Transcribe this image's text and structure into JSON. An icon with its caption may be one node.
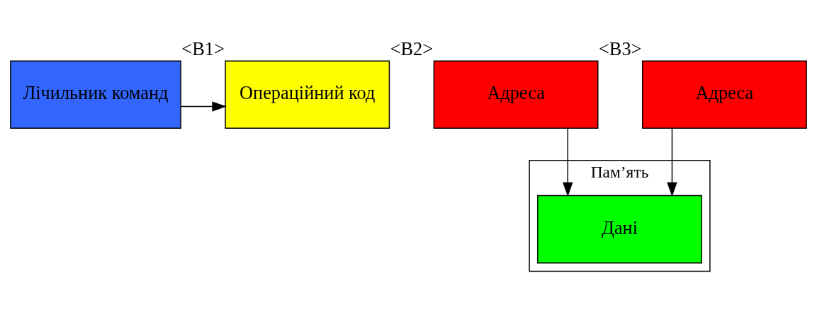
{
  "diagram": {
    "nodes": [
      {
        "text": [
          "Лічильник команд"
        ]
      },
      {
        "text": [
          "Операційний код"
        ],
        "beside": [
          "<B1>"
        ]
      },
      {
        "text": [
          "Адреса"
        ],
        "beside": [
          "<B2>"
        ]
      },
      {
        "text": [
          "Адреса"
        ],
        "beside": [
          "<B3>"
        ]
      },
      {
        "text": [
          "Пам’ять"
        ]
      },
      {
        "text": [
          "Дані"
        ],
        "in": 4
      }
    ],
    "edges": [
      {
        "from": 0,
        "to": 1,
        "arrow": "to"
      },
      {
        "from": 2,
        "to": 5,
        "arrow": "to"
      },
      {
        "from": 3,
        "to": 5,
        "arrow": "to"
      }
    ]
  }
}
